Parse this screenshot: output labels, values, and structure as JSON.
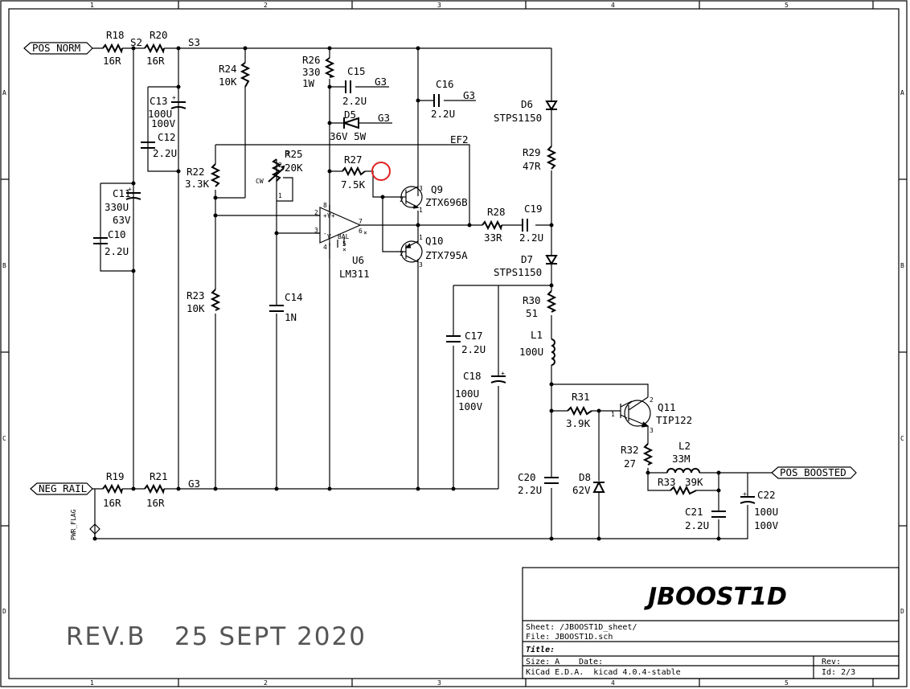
{
  "border": {
    "columns": [
      "1",
      "2",
      "3",
      "4",
      "5"
    ],
    "rows": [
      "A",
      "B",
      "C",
      "D"
    ]
  },
  "labels": {
    "pos_norm": "POS_NORM",
    "neg_rail": "NEG_RAIL",
    "pos_boosted": "POS_BOOSTED",
    "pwr_flag": "PWR_FLAG",
    "s2": "S2",
    "s3": "S3",
    "g3": "G3",
    "ef2": "EF2",
    "cw": "CW"
  },
  "components": {
    "R18": {
      "ref": "R18",
      "value": "16R"
    },
    "R20": {
      "ref": "R20",
      "value": "16R"
    },
    "R19": {
      "ref": "R19",
      "value": "16R"
    },
    "R21": {
      "ref": "R21",
      "value": "16R"
    },
    "R24": {
      "ref": "R24",
      "value": "10K"
    },
    "R26": {
      "ref": "R26",
      "value": "330",
      "value2": "1W"
    },
    "C15": {
      "ref": "C15",
      "value": "2.2U"
    },
    "C16": {
      "ref": "C16",
      "value": "2.2U"
    },
    "C13": {
      "ref": "C13",
      "value": "100U",
      "value2": "100V"
    },
    "C12": {
      "ref": "C12",
      "value": "2.2U"
    },
    "C11": {
      "ref": "C11",
      "value": "330U",
      "value2": "63V"
    },
    "C10": {
      "ref": "C10",
      "value": "2.2U"
    },
    "D5": {
      "ref": "D5",
      "value": "36V 5W"
    },
    "D6": {
      "ref": "D6",
      "value": "STPS1150"
    },
    "R29": {
      "ref": "R29",
      "value": "47R"
    },
    "R22": {
      "ref": "R22",
      "value": "3.3K"
    },
    "R25": {
      "ref": "R25",
      "value": "20K"
    },
    "R27": {
      "ref": "R27",
      "value": "7.5K"
    },
    "Q9": {
      "ref": "Q9",
      "value": "ZTX696B"
    },
    "Q10": {
      "ref": "Q10",
      "value": "ZTX795A"
    },
    "R28": {
      "ref": "R28",
      "value": "33R"
    },
    "C19": {
      "ref": "C19",
      "value": "2.2U"
    },
    "U6": {
      "ref": "U6",
      "value": "LM311"
    },
    "D7": {
      "ref": "D7",
      "value": "STPS1150"
    },
    "R30": {
      "ref": "R30",
      "value": "51"
    },
    "L1": {
      "ref": "L1",
      "value": "100U"
    },
    "R23": {
      "ref": "R23",
      "value": "10K"
    },
    "C14": {
      "ref": "C14",
      "value": "1N"
    },
    "C17": {
      "ref": "C17",
      "value": "2.2U"
    },
    "C18": {
      "ref": "C18",
      "value": "100U",
      "value2": "100V"
    },
    "R31": {
      "ref": "R31",
      "value": "3.9K"
    },
    "Q11": {
      "ref": "Q11",
      "value": "TIP122"
    },
    "R32": {
      "ref": "R32",
      "value": "27"
    },
    "L2": {
      "ref": "L2",
      "value": "33M"
    },
    "R33": {
      "ref": "R33",
      "value": "39K"
    },
    "C20": {
      "ref": "C20",
      "value": "2.2U"
    },
    "D8": {
      "ref": "D8",
      "value": "62V"
    },
    "C21": {
      "ref": "C21",
      "value": "2.2U"
    },
    "C22": {
      "ref": "C22",
      "value": "100U",
      "value2": "100V"
    }
  },
  "pins": {
    "p1": "1",
    "p2": "2",
    "p3": "3",
    "p4": "4",
    "p5": "5",
    "p6": "6",
    "p7": "7",
    "p8": "8",
    "v_plus": "V+",
    "v_minus": "V-",
    "plus": "+",
    "minus": "-",
    "bal": "BAL",
    "x": "×"
  },
  "revision_note": "REV.B   25 SEPT 2020",
  "title_block": {
    "project": "JBOOST1D",
    "sheet": "Sheet: /JBOOST1D_sheet/",
    "file": "File: JBOOST1D.sch",
    "title_label": "Title:",
    "size": "Size: A",
    "date": "Date:",
    "rev": "Rev:",
    "tool": "KiCad E.D.A.  kicad 4.0.4-stable",
    "id": "Id: 2/3"
  }
}
